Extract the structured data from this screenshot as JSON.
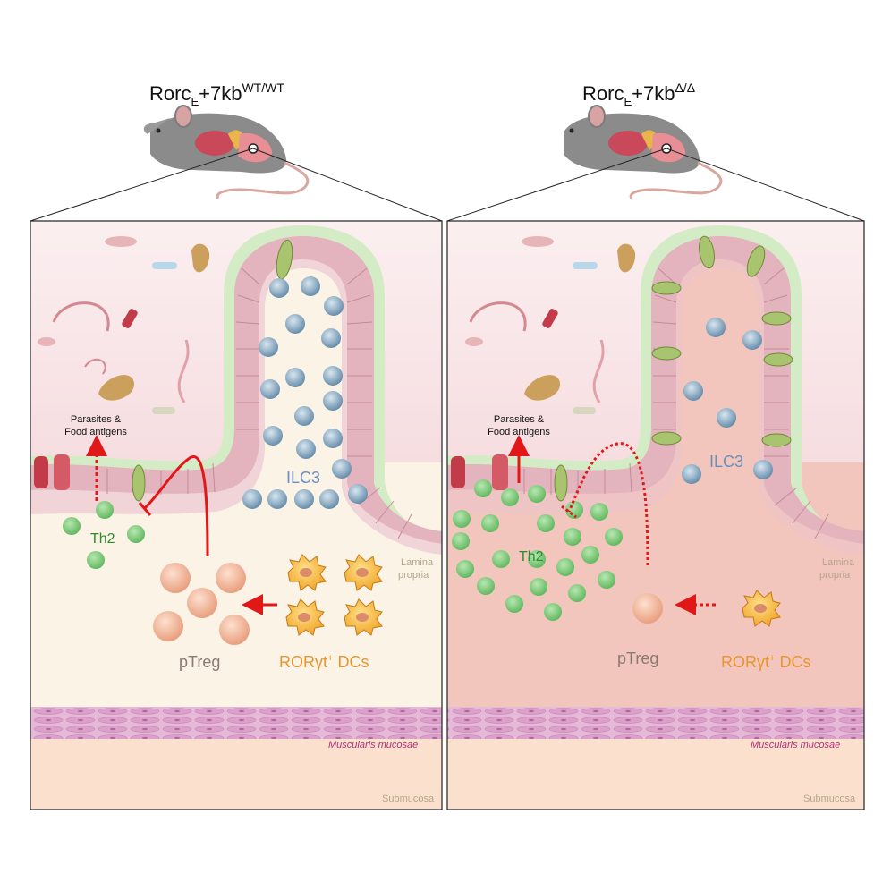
{
  "panels": [
    {
      "title_main": "Rorc",
      "title_sub": "E",
      "title_mid": "+7kb",
      "title_sup": "WT/WT",
      "parasites_line1": "Parasites &",
      "parasites_line2": "Food antigens",
      "ilc3": "ILC3",
      "th2": "Th2",
      "ptreg": "pTreg",
      "dcs_pre": "ROR",
      "dcs_gamma": "γ",
      "dcs_t": "t",
      "dcs_sup": "+",
      "dcs_post": " DCs",
      "lamina1": "Lamina",
      "lamina2": "propria",
      "muscularis": "Muscularis mucosae",
      "submucosa": "Submucosa"
    },
    {
      "title_main": "Rorc",
      "title_sub": "E",
      "title_mid": "+7kb",
      "title_sup": "Δ/Δ",
      "parasites_line1": "Parasites &",
      "parasites_line2": "Food antigens",
      "ilc3": "ILC3",
      "th2": "Th2",
      "ptreg": "pTreg",
      "dcs_pre": "ROR",
      "dcs_gamma": "γ",
      "dcs_t": "t",
      "dcs_sup": "+",
      "dcs_post": " DCs",
      "lamina1": "Lamina",
      "lamina2": "propria",
      "muscularis": "Muscularis mucosae",
      "submucosa": "Submucosa"
    }
  ],
  "colors": {
    "th2": "#2e8b2e",
    "ilc3": "#6a8fbe",
    "ptreg": "#8a7a72",
    "dcs": "#e8952e",
    "muscularis": "#b0307a",
    "lamina": "#b8a48a",
    "arrow": "#e01818"
  }
}
